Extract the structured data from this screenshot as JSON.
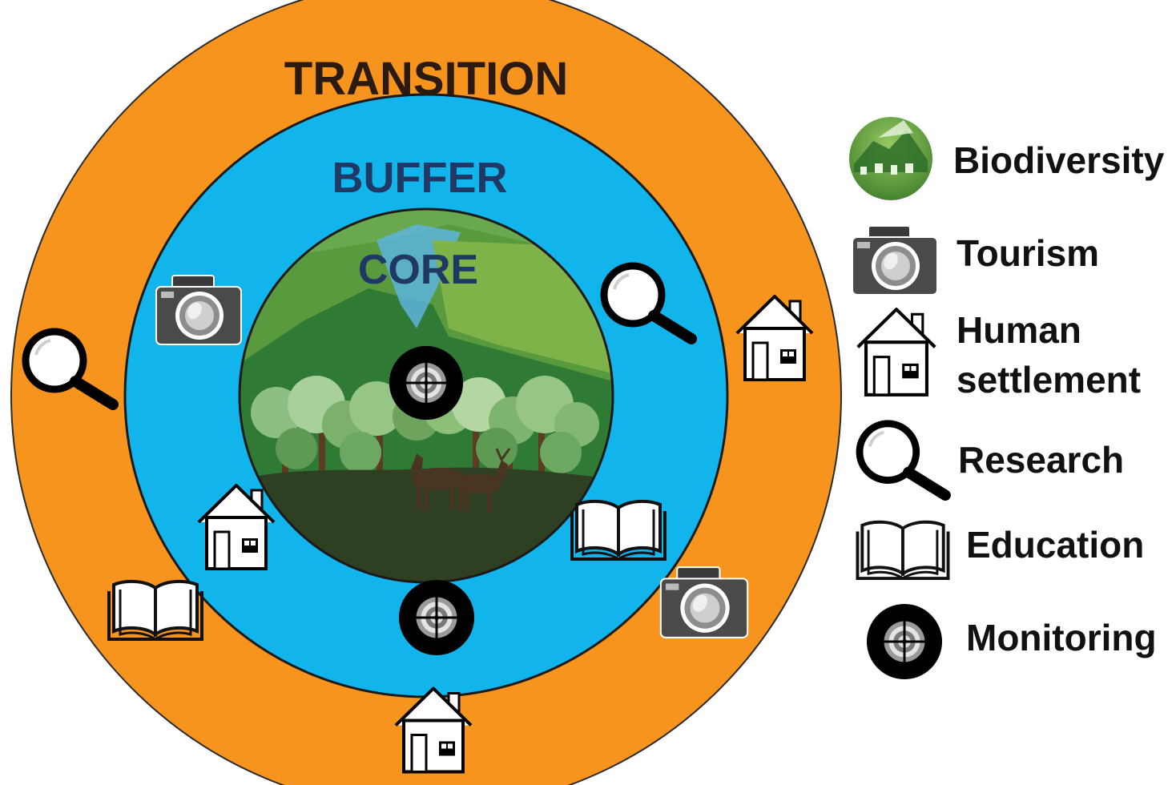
{
  "zones": {
    "transition": "TRANSITION",
    "buffer": "BUFFER",
    "core": "CORE"
  },
  "colors": {
    "transition": "#F7941D",
    "buffer": "#12B4EC",
    "core_green": "#4E9A3A",
    "ground": "#2E3F22",
    "buffer_text": "#1F3864",
    "dark_text": "#2B1A10"
  },
  "legend": {
    "biodiversity": "Biodiversity",
    "tourism": "Tourism",
    "human_settlement_line1": "Human",
    "human_settlement_line2": "settlement",
    "research": "Research",
    "education": "Education",
    "monitoring": "Monitoring"
  },
  "icons": [
    "biodiversity-icon",
    "camera-icon",
    "house-icon",
    "magnifier-icon",
    "book-icon",
    "target-icon"
  ]
}
